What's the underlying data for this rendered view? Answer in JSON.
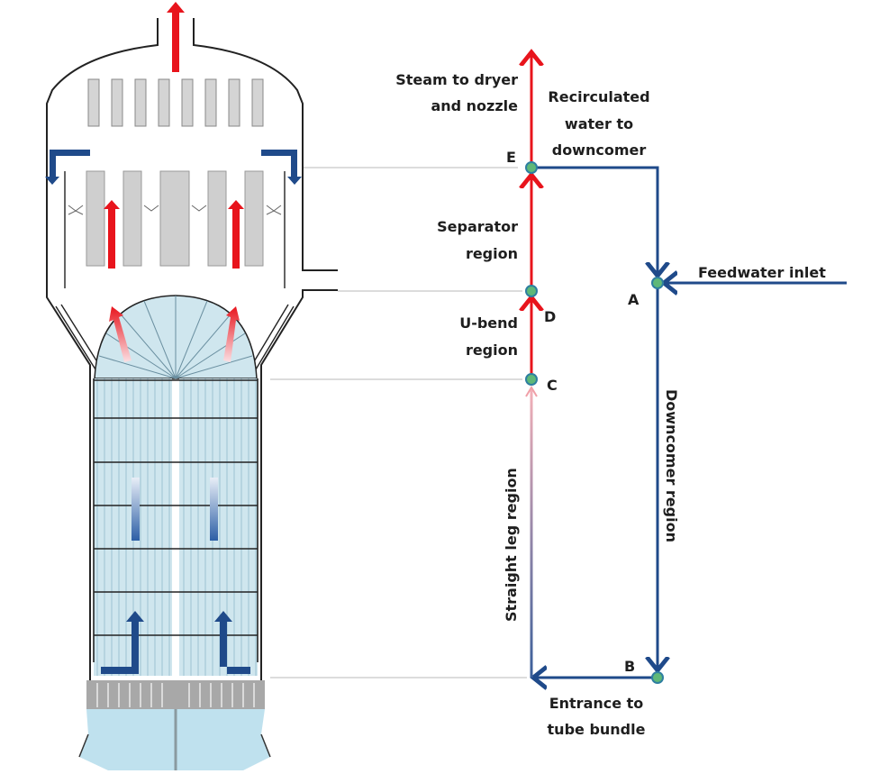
{
  "colors": {
    "steam": "#e8141c",
    "water": "#1f4a8a",
    "node": "#5fb878",
    "tube_fill": "#cfe6ee",
    "separator_gray": "#c8c8c8"
  },
  "labels": {
    "steam_line1": "Steam to dryer",
    "steam_line2": "and nozzle",
    "recirc_line1": "Recirculated",
    "recirc_line2": "water to",
    "recirc_line3": "downcomer",
    "separator_line1": "Separator",
    "separator_line2": "region",
    "ubend_line1": "U-bend",
    "ubend_line2": "region",
    "feedwater": "Feedwater inlet",
    "downcomer": "Downcomer region",
    "straight_leg": "Straight leg region",
    "entrance_line1": "Entrance to",
    "entrance_line2": "tube bundle"
  },
  "nodes": {
    "A": "A",
    "B": "B",
    "C": "C",
    "D": "D",
    "E": "E"
  }
}
